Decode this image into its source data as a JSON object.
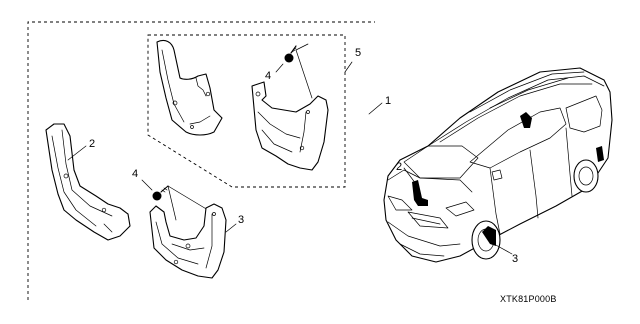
{
  "diagram": {
    "callouts": {
      "kit": "1",
      "front_flap": "2",
      "rear_flap": "3",
      "screw": "4",
      "screw_set": "5"
    },
    "vehicle_labels": {
      "front": "2",
      "rear": "3"
    },
    "part_code": "XTK81P000B"
  }
}
